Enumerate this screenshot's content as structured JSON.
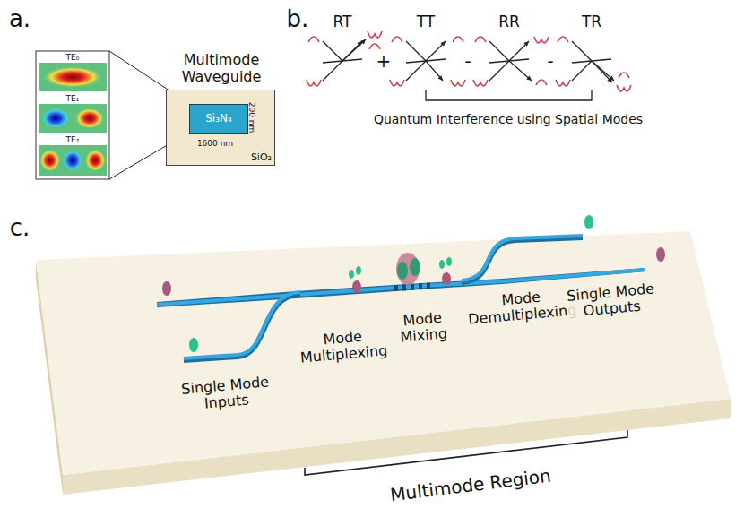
{
  "diagram": {
    "nodes": [
      {
        "text": [
          "Multimode Waveguide",
          "SiO₂"
        ]
      },
      {
        "text": [
          "Si₃N₄"
        ],
        "in": 0
      },
      {
        "text": [
          "TE₀"
        ]
      },
      {
        "text": [
          "TE₁"
        ]
      },
      {
        "text": [
          "TE₂"
        ]
      }
    ],
    "labels": [
      "a.",
      "b.",
      "c.",
      "1600 nm",
      "200 nm",
      "RT",
      "TT",
      "RR",
      "TR",
      "+",
      "-",
      "-",
      "Quantum Interference using Spatial Modes",
      "Single Mode Inputs",
      "Mode Multiplexing",
      "Mode Mixing",
      "Mode Demultiplexing",
      "Single Mode Outputs",
      "Multimode Region"
    ]
  }
}
